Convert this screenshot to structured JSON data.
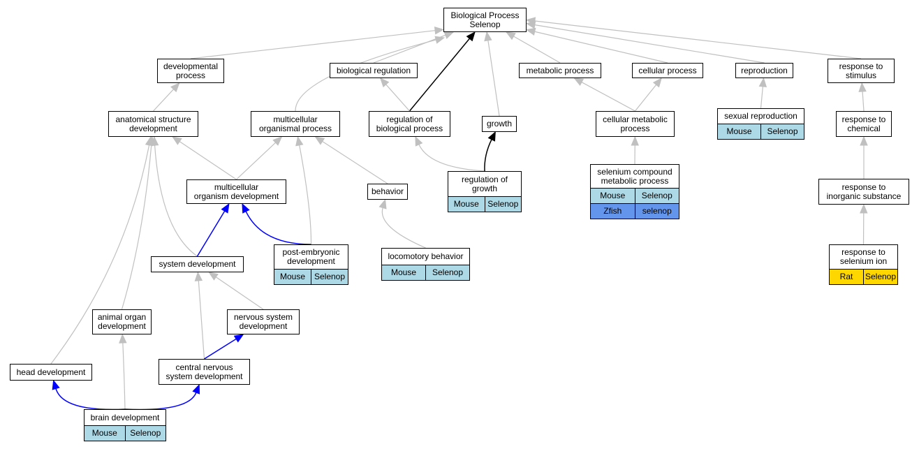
{
  "colors": {
    "is_a_edge": "#c0c0c0",
    "part_of_edge": "#000000",
    "regulates_edge": "#0000ff",
    "mouse": "#add8e6",
    "zfish": "#6495ed",
    "rat": "#ffd700"
  },
  "nodes": {
    "root": {
      "label": "Biological Process\nSelenop"
    },
    "developmental_process": {
      "label": "developmental\nprocess"
    },
    "biological_regulation": {
      "label": "biological regulation"
    },
    "metabolic_process": {
      "label": "metabolic process"
    },
    "cellular_process": {
      "label": "cellular process"
    },
    "reproduction": {
      "label": "reproduction"
    },
    "response_to_stimulus": {
      "label": "response to\nstimulus"
    },
    "anatomical_structure_development": {
      "label": "anatomical structure\ndevelopment"
    },
    "multicellular_organismal_process": {
      "label": "multicellular\norganismal process"
    },
    "regulation_of_biological_process": {
      "label": "regulation of\nbiological process"
    },
    "growth": {
      "label": "growth"
    },
    "cellular_metabolic_process": {
      "label": "cellular metabolic\nprocess"
    },
    "sexual_reproduction": {
      "label": "sexual reproduction",
      "tags": [
        [
          {
            "text": "Mouse",
            "color": "mouse"
          },
          {
            "text": "Selenop",
            "color": "mouse"
          }
        ]
      ]
    },
    "response_to_chemical": {
      "label": "response to\nchemical"
    },
    "multicellular_organism_development": {
      "label": "multicellular\norganism development"
    },
    "behavior": {
      "label": "behavior"
    },
    "regulation_of_growth": {
      "label": "regulation of\ngrowth",
      "tags": [
        [
          {
            "text": "Mouse",
            "color": "mouse"
          },
          {
            "text": "Selenop",
            "color": "mouse"
          }
        ]
      ]
    },
    "selenium_compound_metabolic_process": {
      "label": "selenium compound\nmetabolic process",
      "tags": [
        [
          {
            "text": "Mouse",
            "color": "mouse"
          },
          {
            "text": "Selenop",
            "color": "mouse"
          }
        ],
        [
          {
            "text": "Zfish",
            "color": "zfish"
          },
          {
            "text": "selenop",
            "color": "zfish"
          }
        ]
      ]
    },
    "response_to_inorganic_substance": {
      "label": "response to\ninorganic substance"
    },
    "system_development": {
      "label": "system development"
    },
    "post_embryonic_development": {
      "label": "post-embryonic\ndevelopment",
      "tags": [
        [
          {
            "text": "Mouse",
            "color": "mouse"
          },
          {
            "text": "Selenop",
            "color": "mouse"
          }
        ]
      ]
    },
    "locomotory_behavior": {
      "label": "locomotory behavior",
      "tags": [
        [
          {
            "text": "Mouse",
            "color": "mouse"
          },
          {
            "text": "Selenop",
            "color": "mouse"
          }
        ]
      ]
    },
    "response_to_selenium_ion": {
      "label": "response to\nselenium ion",
      "tags": [
        [
          {
            "text": "Rat",
            "color": "rat"
          },
          {
            "text": "Selenop",
            "color": "rat"
          }
        ]
      ]
    },
    "animal_organ_development": {
      "label": "animal organ\ndevelopment"
    },
    "nervous_system_development": {
      "label": "nervous system\ndevelopment"
    },
    "head_development": {
      "label": "head development"
    },
    "central_nervous_system_development": {
      "label": "central nervous\nsystem development"
    },
    "brain_development": {
      "label": "brain development",
      "tags": [
        [
          {
            "text": "Mouse",
            "color": "mouse"
          },
          {
            "text": "Selenop",
            "color": "mouse"
          }
        ]
      ]
    }
  },
  "edges": [
    {
      "from": "developmental_process",
      "to": "root",
      "kind": "is_a"
    },
    {
      "from": "biological_regulation",
      "to": "root",
      "kind": "is_a"
    },
    {
      "from": "multicellular_organismal_process",
      "to": "root",
      "kind": "is_a"
    },
    {
      "from": "regulation_of_biological_process",
      "to": "root",
      "kind": "part_of"
    },
    {
      "from": "growth",
      "to": "root",
      "kind": "is_a"
    },
    {
      "from": "metabolic_process",
      "to": "root",
      "kind": "is_a"
    },
    {
      "from": "cellular_process",
      "to": "root",
      "kind": "is_a"
    },
    {
      "from": "reproduction",
      "to": "root",
      "kind": "is_a"
    },
    {
      "from": "response_to_stimulus",
      "to": "root",
      "kind": "is_a"
    },
    {
      "from": "anatomical_structure_development",
      "to": "developmental_process",
      "kind": "is_a"
    },
    {
      "from": "regulation_of_biological_process",
      "to": "biological_regulation",
      "kind": "is_a"
    },
    {
      "from": "cellular_metabolic_process",
      "to": "metabolic_process",
      "kind": "is_a"
    },
    {
      "from": "cellular_metabolic_process",
      "to": "cellular_process",
      "kind": "is_a"
    },
    {
      "from": "sexual_reproduction",
      "to": "reproduction",
      "kind": "is_a"
    },
    {
      "from": "response_to_chemical",
      "to": "response_to_stimulus",
      "kind": "is_a"
    },
    {
      "from": "multicellular_organism_development",
      "to": "anatomical_structure_development",
      "kind": "is_a"
    },
    {
      "from": "multicellular_organism_development",
      "to": "multicellular_organismal_process",
      "kind": "is_a"
    },
    {
      "from": "behavior",
      "to": "multicellular_organismal_process",
      "kind": "is_a"
    },
    {
      "from": "post_embryonic_development",
      "to": "multicellular_organismal_process",
      "kind": "is_a"
    },
    {
      "from": "regulation_of_growth",
      "to": "regulation_of_biological_process",
      "kind": "is_a"
    },
    {
      "from": "regulation_of_growth",
      "to": "growth",
      "kind": "part_of"
    },
    {
      "from": "selenium_compound_metabolic_process",
      "to": "cellular_metabolic_process",
      "kind": "is_a"
    },
    {
      "from": "response_to_inorganic_substance",
      "to": "response_to_chemical",
      "kind": "is_a"
    },
    {
      "from": "system_development",
      "to": "anatomical_structure_development",
      "kind": "is_a"
    },
    {
      "from": "system_development",
      "to": "multicellular_organism_development",
      "kind": "regulates"
    },
    {
      "from": "post_embryonic_development",
      "to": "multicellular_organism_development",
      "kind": "regulates"
    },
    {
      "from": "locomotory_behavior",
      "to": "behavior",
      "kind": "is_a"
    },
    {
      "from": "response_to_selenium_ion",
      "to": "response_to_inorganic_substance",
      "kind": "is_a"
    },
    {
      "from": "animal_organ_development",
      "to": "anatomical_structure_development",
      "kind": "is_a"
    },
    {
      "from": "head_development",
      "to": "anatomical_structure_development",
      "kind": "is_a"
    },
    {
      "from": "central_nervous_system_development",
      "to": "system_development",
      "kind": "is_a"
    },
    {
      "from": "central_nervous_system_development",
      "to": "nervous_system_development",
      "kind": "regulates"
    },
    {
      "from": "nervous_system_development",
      "to": "system_development",
      "kind": "is_a"
    },
    {
      "from": "brain_development",
      "to": "animal_organ_development",
      "kind": "is_a"
    },
    {
      "from": "brain_development",
      "to": "head_development",
      "kind": "regulates"
    },
    {
      "from": "brain_development",
      "to": "central_nervous_system_development",
      "kind": "regulates"
    }
  ]
}
